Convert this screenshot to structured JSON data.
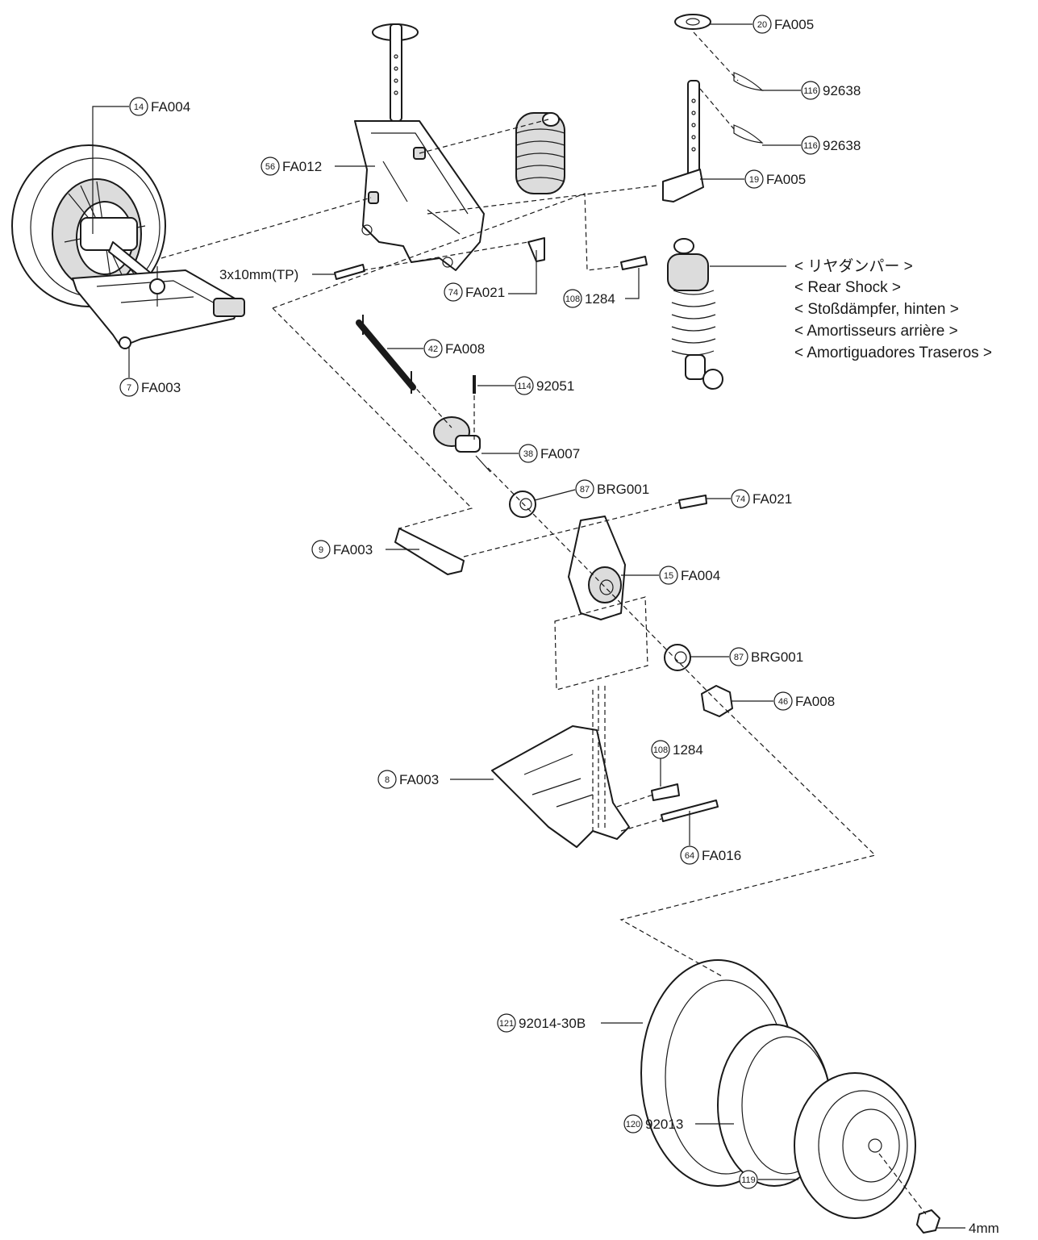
{
  "shock_title": {
    "ja": "< リヤダンパー >",
    "en": "< Rear Shock >",
    "de": "< Stoßdämpfer, hinten >",
    "fr": "< Amortisseurs arrière >",
    "es": "< Amortiguadores Traseros >"
  },
  "callouts": [
    {
      "num": "20",
      "code": "FA005"
    },
    {
      "num": "116",
      "code": "92638"
    },
    {
      "num": "116",
      "code": "92638"
    },
    {
      "num": "14",
      "code": "FA004"
    },
    {
      "num": "56",
      "code": "FA012"
    },
    {
      "num": "19",
      "code": "FA005"
    },
    {
      "num": "",
      "code": "3x10mm(TP)"
    },
    {
      "num": "74",
      "code": "FA021"
    },
    {
      "num": "108",
      "code": "1284"
    },
    {
      "num": "7",
      "code": "FA003"
    },
    {
      "num": "42",
      "code": "FA008"
    },
    {
      "num": "114",
      "code": "92051"
    },
    {
      "num": "38",
      "code": "FA007"
    },
    {
      "num": "87",
      "code": "BRG001"
    },
    {
      "num": "74",
      "code": "FA021"
    },
    {
      "num": "9",
      "code": "FA003"
    },
    {
      "num": "15",
      "code": "FA004"
    },
    {
      "num": "87",
      "code": "BRG001"
    },
    {
      "num": "46",
      "code": "FA008"
    },
    {
      "num": "108",
      "code": "1284"
    },
    {
      "num": "8",
      "code": "FA003"
    },
    {
      "num": "64",
      "code": "FA016"
    },
    {
      "num": "121",
      "code": "92014-30B"
    },
    {
      "num": "120",
      "code": "92013"
    },
    {
      "num": "119",
      "code": ""
    },
    {
      "num": "",
      "code": "4mm"
    }
  ]
}
